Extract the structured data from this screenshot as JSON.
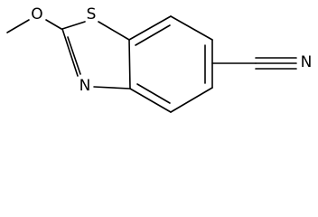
{
  "molecule": {
    "atoms": [
      {
        "id": "S",
        "label": "S"
      },
      {
        "id": "N_ring",
        "label": "N"
      },
      {
        "id": "N_nitrile",
        "label": "N"
      },
      {
        "id": "O",
        "label": "O"
      }
    ],
    "bonds": [
      {
        "id": "methyl-o",
        "order": 1
      },
      {
        "id": "o-c2",
        "order": 1
      },
      {
        "id": "c2-s",
        "order": 1
      },
      {
        "id": "c2-n",
        "order": 2
      },
      {
        "id": "n-c3a",
        "order": 1
      },
      {
        "id": "s-c7a",
        "order": 1
      },
      {
        "id": "c3a-c7a",
        "order": 1
      },
      {
        "id": "c7a-c7",
        "order": 2
      },
      {
        "id": "c7-c6",
        "order": 1
      },
      {
        "id": "c6-c5",
        "order": 2
      },
      {
        "id": "c5-c4",
        "order": 1
      },
      {
        "id": "c4-c3a",
        "order": 2
      },
      {
        "id": "c6-cn",
        "order": 1
      },
      {
        "id": "cn-triple",
        "order": 3
      }
    ]
  }
}
